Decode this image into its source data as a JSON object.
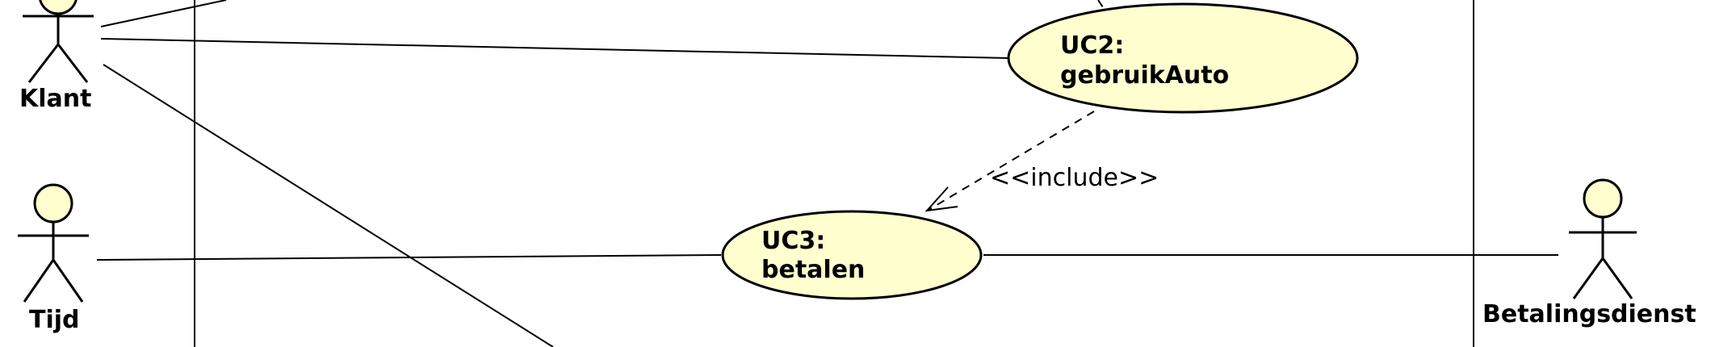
{
  "diagram": {
    "actors": {
      "klant": "Klant",
      "tijd": "Tijd",
      "betalingsdienst": "Betalingsdienst"
    },
    "usecases": {
      "uc2": {
        "id": "UC2:",
        "name": "gebruikAuto"
      },
      "uc3": {
        "id": "UC3:",
        "name": "betalen"
      }
    },
    "relations": {
      "include": "<<include>>"
    },
    "colors": {
      "fill": "#FEFECE",
      "stroke": "#000000",
      "background": "#FFFFFF"
    }
  }
}
